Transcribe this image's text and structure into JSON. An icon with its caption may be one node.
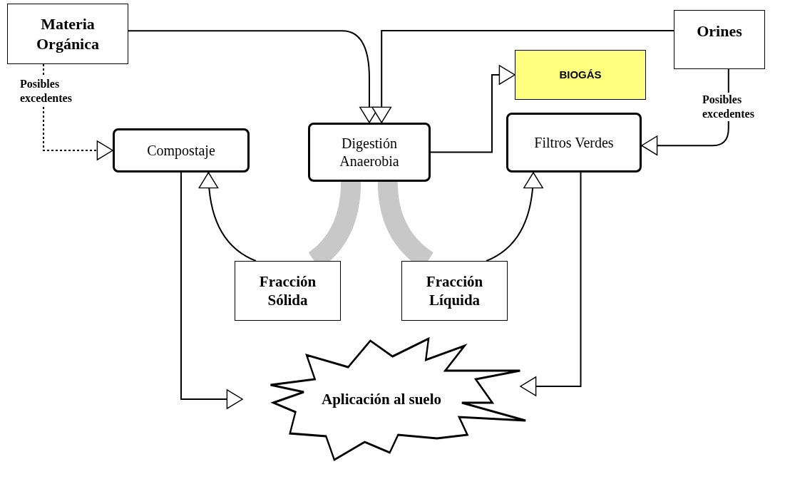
{
  "diagram": {
    "nodes": [
      {
        "text": [
          "Materia Orgánica"
        ]
      },
      {
        "text": [
          "Orines"
        ]
      },
      {
        "text": [
          "BIOGÁS"
        ]
      },
      {
        "text": [
          "Compostaje"
        ]
      },
      {
        "text": [
          "Digestión Anaerobia"
        ]
      },
      {
        "text": [
          "Filtros Verdes"
        ]
      },
      {
        "text": [
          "Fracción Sólida"
        ]
      },
      {
        "text": [
          "Fracción Líquida"
        ]
      },
      {
        "text": [
          "Aplicación al suelo"
        ]
      }
    ],
    "edges": [
      {
        "from": 0,
        "to": 4,
        "arrow": "to"
      },
      {
        "from": 1,
        "to": 4,
        "arrow": "to"
      },
      {
        "from": 0,
        "to": 3,
        "arrow": "to",
        "label": "Posibles excedentes",
        "style": "dashed"
      },
      {
        "from": 1,
        "to": 5,
        "arrow": "to",
        "label": "Posibles excedentes"
      },
      {
        "from": 4,
        "to": 2,
        "arrow": "to"
      },
      {
        "from": 4,
        "to": 6,
        "arrow": "none",
        "style": "thick",
        "color": "#c8c8c8"
      },
      {
        "from": 4,
        "to": 7,
        "arrow": "none",
        "style": "thick",
        "color": "#c8c8c8"
      },
      {
        "from": 6,
        "to": 3,
        "arrow": "to"
      },
      {
        "from": 7,
        "to": 5,
        "arrow": "to"
      },
      {
        "from": 3,
        "to": 8,
        "arrow": "to"
      },
      {
        "from": 5,
        "to": 8,
        "arrow": "to"
      }
    ]
  }
}
